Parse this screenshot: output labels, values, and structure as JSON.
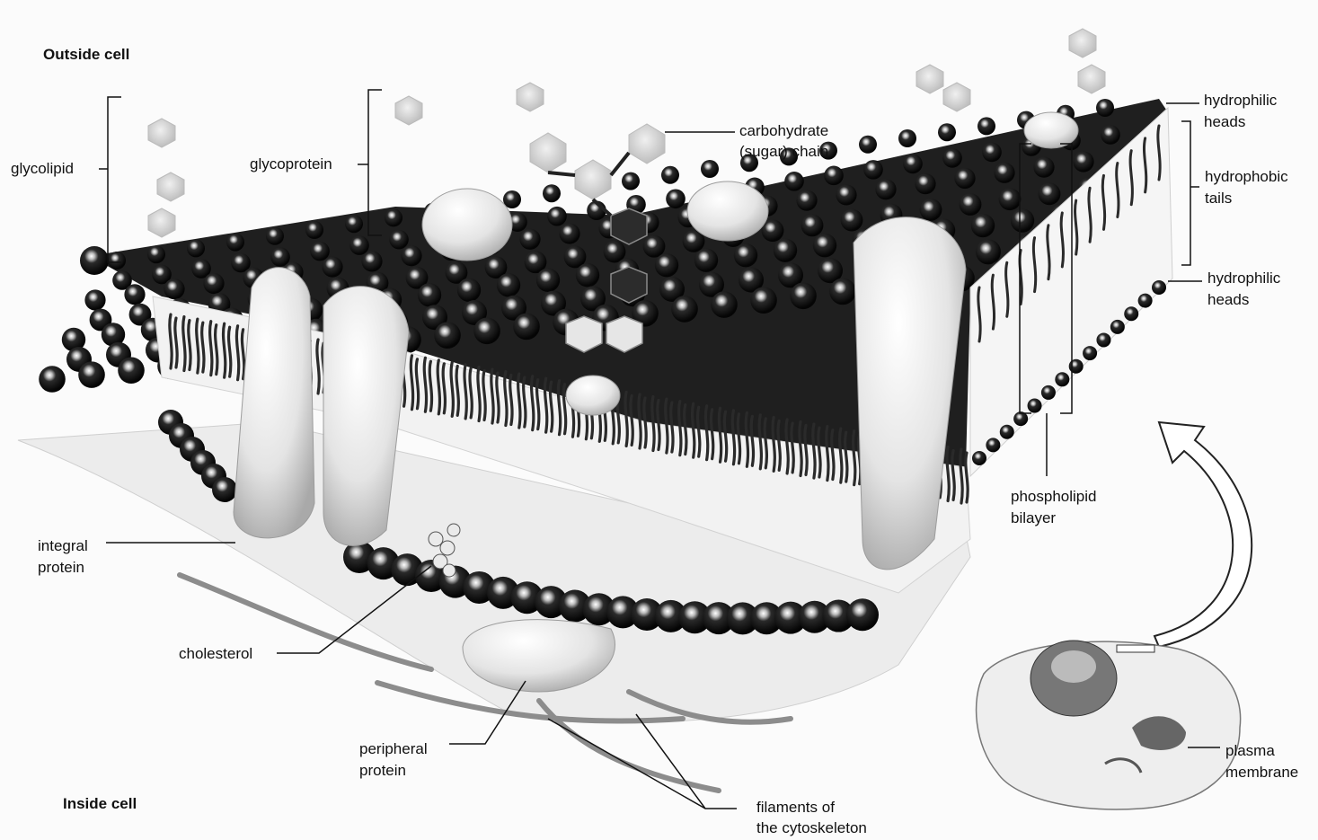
{
  "labels": {
    "outside_cell": "Outside cell",
    "inside_cell": "Inside cell",
    "glycolipid": "glycolipid",
    "glycoprotein": "glycoprotein",
    "carbohydrate_chain_1": "carbohydrate",
    "carbohydrate_chain_2": "(sugar) chain",
    "hydrophilic_heads_top_1": "hydrophilic",
    "hydrophilic_heads_top_2": "heads",
    "hydrophobic_tails_1": "hydrophobic",
    "hydrophobic_tails_2": "tails",
    "hydrophilic_heads_bottom_1": "hydrophilic",
    "hydrophilic_heads_bottom_2": "heads",
    "phospholipid_bilayer_1": "phospholipid",
    "phospholipid_bilayer_2": "bilayer",
    "integral_protein_1": "integral",
    "integral_protein_2": "protein",
    "cholesterol": "cholesterol",
    "peripheral_protein_1": "peripheral",
    "peripheral_protein_2": "protein",
    "filaments_1": "filaments of",
    "filaments_2": "the cytoskeleton",
    "plasma_membrane_1": "plasma",
    "plasma_membrane_2": "membrane"
  },
  "colors": {
    "head": "#1a1a1a",
    "tail": "#2a2a2a",
    "protein": "#e9e9e9",
    "line": "#111111",
    "background": "#fbfbfb"
  }
}
